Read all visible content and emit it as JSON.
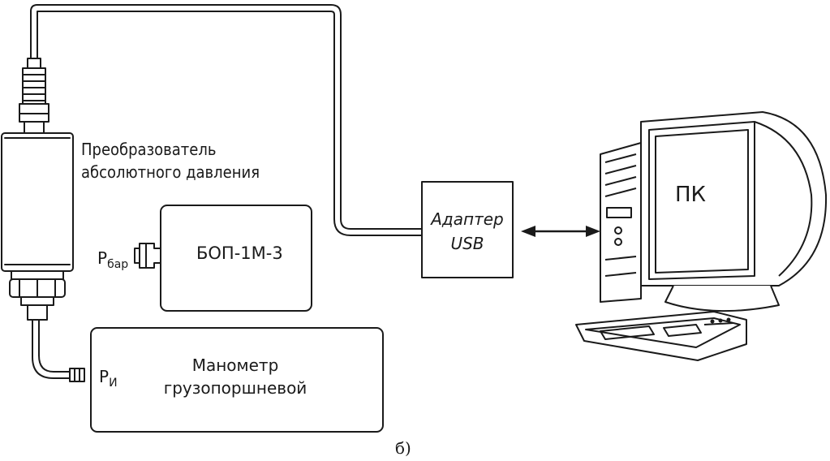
{
  "diagram": {
    "sensor_label_line1": "Преобразователь",
    "sensor_label_line2": "абсолютного давления",
    "bop_label": "БОП-1М-3",
    "p_bar_main": "P",
    "p_bar_sub": "бар",
    "p_i_main": "P",
    "p_i_sub": "И",
    "gauge_label_line1": "Манометр",
    "gauge_label_line2": "грузопоршневой",
    "adapter_label_line1": "Адаптер",
    "adapter_label_line2": "USB",
    "pc_label": "ПК",
    "caption": "б)"
  }
}
